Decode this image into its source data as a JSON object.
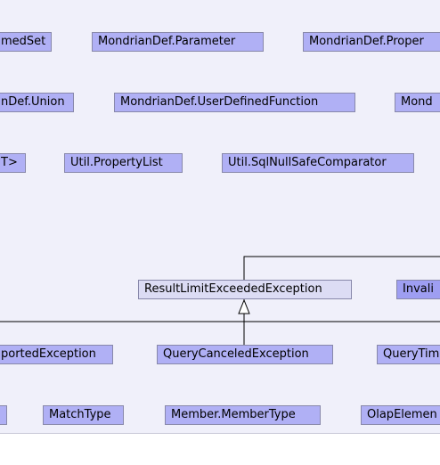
{
  "nodes": {
    "r1c1": "medSet",
    "r1c2": "MondrianDef.Parameter",
    "r1c3": "MondrianDef.Proper",
    "r2c1": "nDef.Union",
    "r2c2": "MondrianDef.UserDefinedFunction",
    "r2c3": "Mond",
    "r3c1": "T>",
    "r3c2": "Util.PropertyList",
    "r3c3": "Util.SqlNullSafeComparator",
    "result_limit": "ResultLimitExceededException",
    "invalid": "Invali",
    "supported": "portedException",
    "query_canceled": "QueryCanceledException",
    "query_timeout": "QueryTim",
    "match_type": "MatchType",
    "member_type": "Member.MemberType",
    "olap_element": "OlapElemen"
  },
  "colors": {
    "background": "#f0f0fa",
    "node_fill": "#b0b0f5",
    "node_fill_light": "#dcdcf4",
    "node_border": "#8888aa",
    "edge": "#000000"
  }
}
